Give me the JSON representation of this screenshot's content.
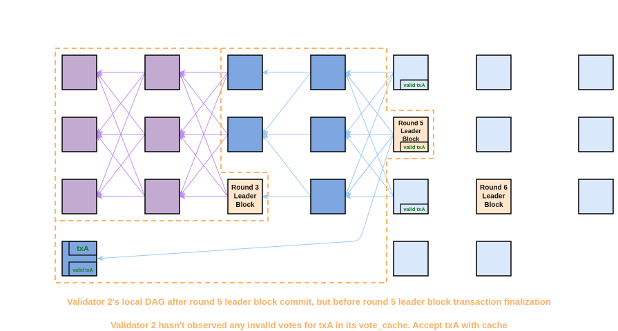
{
  "diagram": {
    "colors": {
      "committed_block": "#c3aad0",
      "dag_block": "#7ea6e0",
      "future_block": "#dae8fc",
      "leader_block": "#ffe6cc",
      "purple_edge": "#c08ef5",
      "blue_edge": "#99c8f7",
      "dashed_outline": "#ffb366",
      "tx_text": "#1a7a1a"
    },
    "leaders": {
      "round3": "Round 3 Leader Block",
      "round5": "Round 5 Leader Block",
      "round6": "Round 6 Leader Block"
    },
    "tx_block": {
      "title": "txA",
      "vote": "valid txA"
    },
    "vote_label": "valid txA"
  },
  "captions": {
    "line1": "Validator 2's local DAG after round 5 leader block commit, but before round 5 leader block transaction finalization",
    "line2": "Validator 2 hasn't observed any invalid votes for txA in its vote_cache. Accept txA with cache"
  }
}
